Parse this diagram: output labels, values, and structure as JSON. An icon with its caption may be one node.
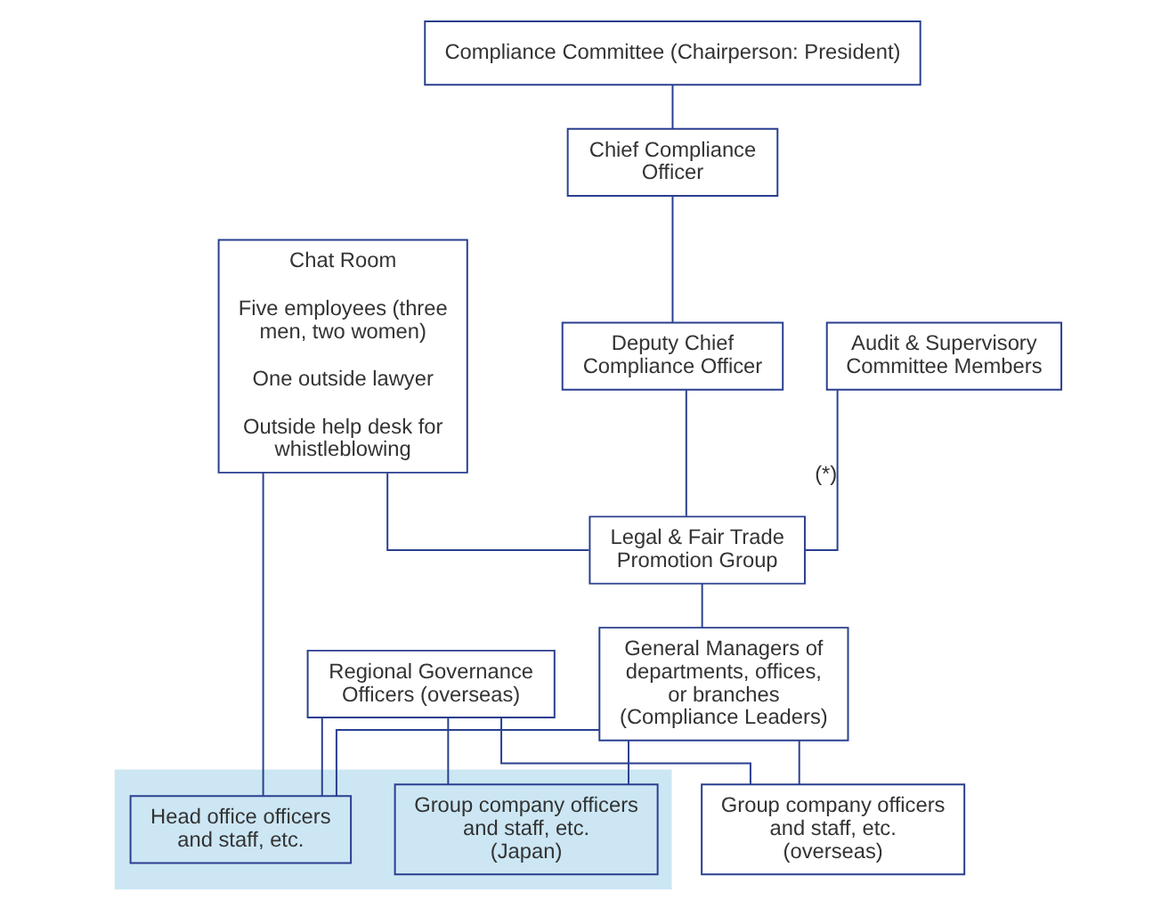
{
  "diagram": {
    "nodes": [
      {
        "text": [
          "Compliance Committee (Chairperson: President)"
        ]
      },
      {
        "text": [
          "Chief Compliance Officer"
        ]
      },
      {
        "text": [
          "Audit & Supervisory Committee Members"
        ]
      },
      {
        "text": [
          "Deputy Chief Compliance Officer"
        ]
      },
      {
        "text": [
          "Legal & Fair Trade Promotion Group"
        ]
      },
      {
        "text": [
          "Chat Room",
          "Five employees (three men, two women)",
          "One outside lawyer",
          "Outside help desk for whistleblowing"
        ]
      },
      {
        "text": [
          "General Managers of departments, offices, or branches (Compliance Leaders)"
        ]
      },
      {
        "text": [
          "Regional Governance Officers (overseas)"
        ]
      },
      {
        "text": [],
        "shape": "box"
      },
      {
        "text": [
          "Head office officers and staff, etc."
        ],
        "in": 8
      },
      {
        "text": [
          "Group company officers and staff, etc. (Japan)"
        ],
        "in": 8
      },
      {
        "text": [
          "Group company officers and staff, etc. (overseas)"
        ]
      }
    ],
    "edges": [
      {
        "from": 0,
        "to": 1,
        "arrow": "none"
      },
      {
        "from": 1,
        "to": 3,
        "arrow": "none"
      },
      {
        "from": 3,
        "to": 4,
        "arrow": "none"
      },
      {
        "from": 2,
        "to": 4,
        "arrow": "none",
        "label": "(*)"
      },
      {
        "from": 5,
        "to": 4,
        "arrow": "none"
      },
      {
        "from": 4,
        "to": 6,
        "arrow": "none"
      },
      {
        "from": 6,
        "to": 9,
        "arrow": "none"
      },
      {
        "from": 6,
        "to": 10,
        "arrow": "none"
      },
      {
        "from": 6,
        "to": 11,
        "arrow": "none"
      },
      {
        "from": 7,
        "to": 9,
        "arrow": "none"
      },
      {
        "from": 7,
        "to": 10,
        "arrow": "none"
      },
      {
        "from": 7,
        "to": 11,
        "arrow": "none"
      },
      {
        "from": 5,
        "to": 9,
        "arrow": "none"
      }
    ]
  }
}
